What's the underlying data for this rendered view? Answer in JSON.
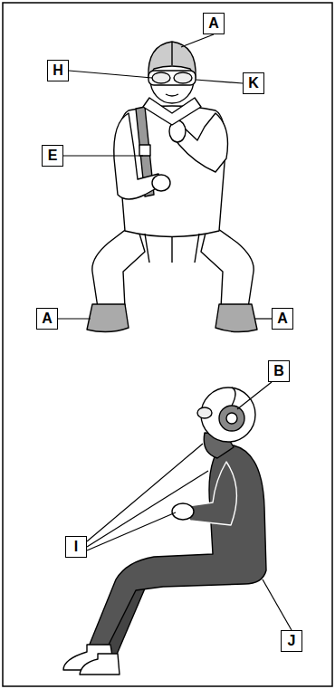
{
  "diagram": {
    "labels": [
      "A",
      "H",
      "K",
      "E",
      "A",
      "A",
      "B",
      "I",
      "J"
    ]
  }
}
